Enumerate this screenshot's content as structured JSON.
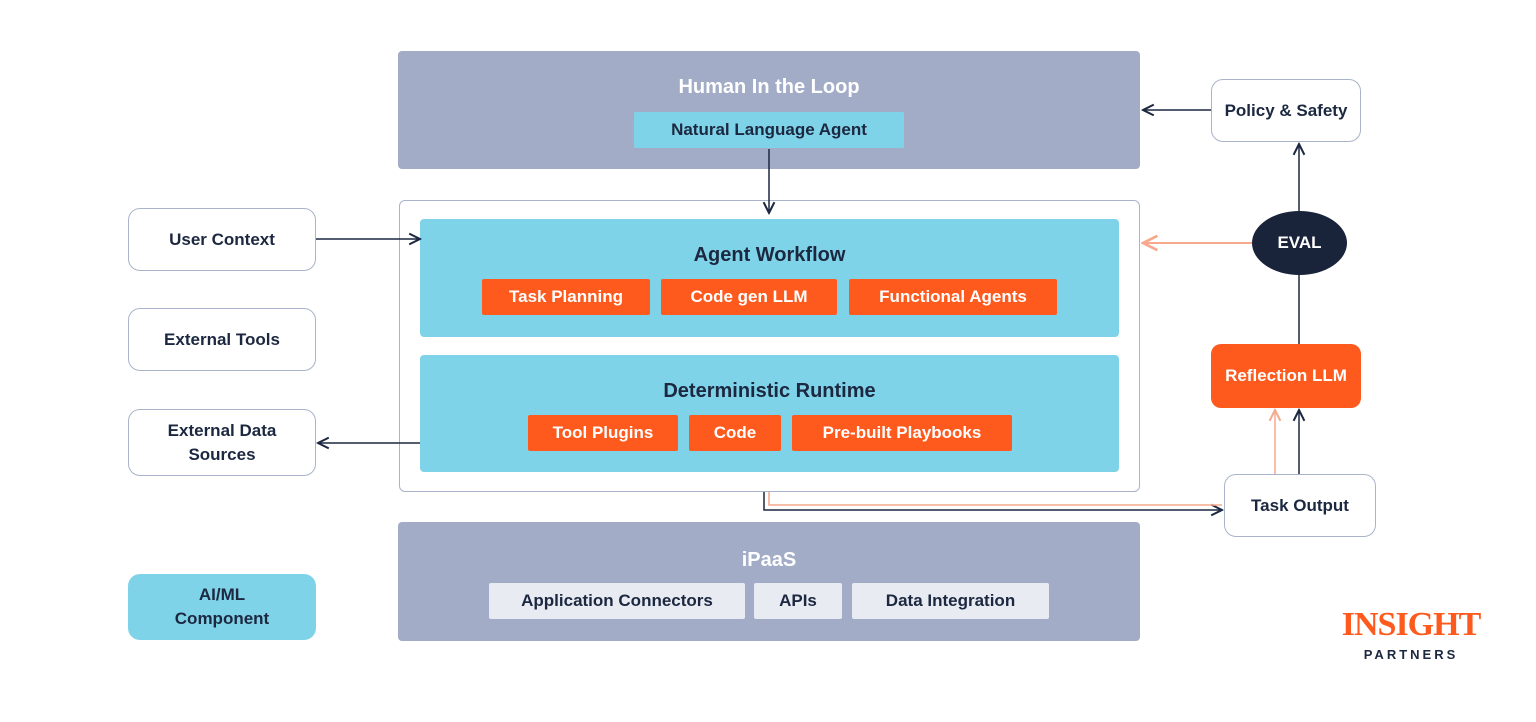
{
  "top_band": {
    "title": "Human In the Loop",
    "chip": "Natural Language Agent"
  },
  "agent_workflow": {
    "title": "Agent Workflow",
    "chips": [
      "Task Planning",
      "Code gen LLM",
      "Functional Agents"
    ]
  },
  "runtime": {
    "title": "Deterministic Runtime",
    "chips": [
      "Tool Plugins",
      "Code",
      "Pre-built Playbooks"
    ]
  },
  "ipaas": {
    "title": "iPaaS",
    "chips": [
      "Application Connectors",
      "APIs",
      "Data Integration"
    ]
  },
  "left_boxes": {
    "user_context": "User Context",
    "external_tools": "External Tools",
    "external_data_line1": "External Data",
    "external_data_line2": "Sources"
  },
  "legend": {
    "line1": "AI/ML",
    "line2": "Component"
  },
  "right_side": {
    "policy": "Policy & Safety",
    "eval": "EVAL",
    "reflection": "Reflection LLM",
    "task_output": "Task Output"
  },
  "logo": {
    "main": "INSIGHT",
    "sub": "PARTNERS"
  },
  "colors": {
    "orange": "#fe5a1d",
    "cyan": "#7fd3e8",
    "slate": "#a2acc7",
    "navy": "#19243a",
    "salmon_arrow": "#f6a98c"
  }
}
